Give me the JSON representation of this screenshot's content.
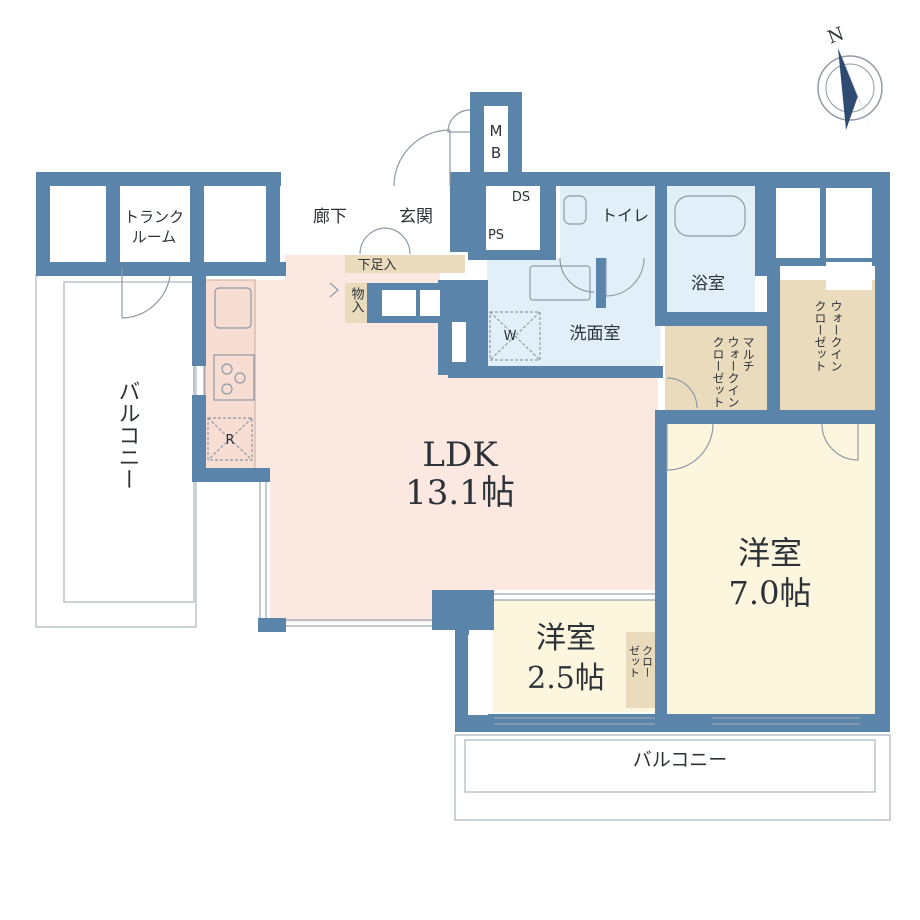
{
  "compass": {
    "north_label": "N"
  },
  "rooms": {
    "ldk": {
      "name": "LDK",
      "size": "13.1帖"
    },
    "western_room_large": {
      "name": "洋室",
      "size": "7.0帖"
    },
    "western_room_small": {
      "name": "洋室",
      "size": "2.5帖"
    },
    "washroom": "洗面室",
    "bathroom": "浴室",
    "toilet": "トイレ",
    "entrance": "玄関",
    "hallway": "廊下",
    "shoe_storage": "下足入",
    "storage": "物入",
    "trunk_room": [
      "トランク",
      "ルーム"
    ],
    "walk_in_closet": [
      "ウォークイン",
      "クローゼット"
    ],
    "multi_walk_in_closet": [
      "マルチ",
      "ウォークイン",
      "クローゼット"
    ],
    "closet": [
      "クロー",
      "ゼット"
    ],
    "balcony_west": "バルコニー",
    "balcony_south": "バルコニー"
  },
  "labels": {
    "mb": [
      "M",
      "B"
    ],
    "ds": "DS",
    "ps": "PS",
    "washer": "W",
    "refrigerator": "R"
  }
}
